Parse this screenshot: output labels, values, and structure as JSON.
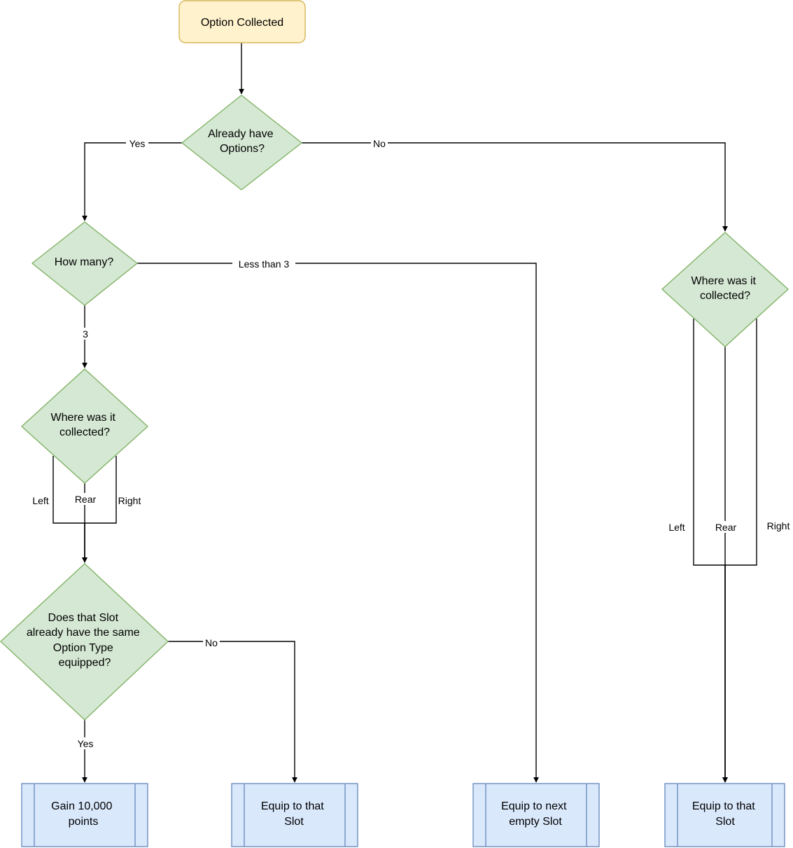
{
  "nodes": {
    "option_collected": [
      "Option Collected"
    ],
    "already_have_options": [
      "Already have",
      "Options?"
    ],
    "how_many": [
      "How many?"
    ],
    "where_collected_left": [
      "Where was it",
      "collected?"
    ],
    "where_collected_right": [
      "Where was it",
      "collected?"
    ],
    "same_type_equipped": [
      "Does that Slot",
      "already have the same",
      "Option Type",
      "equipped?"
    ],
    "gain_points": [
      "Gain 10,000",
      "points"
    ],
    "equip_slot_mid": [
      "Equip to that",
      "Slot"
    ],
    "equip_next_empty": [
      "Equip to next",
      "empty Slot"
    ],
    "equip_slot_right": [
      "Equip to that",
      "Slot"
    ]
  },
  "edge_labels": {
    "already_yes": "Yes",
    "already_no": "No",
    "less_than_3": "Less than 3",
    "three": "3",
    "left_left": "Left",
    "left_rear": "Rear",
    "left_right": "Right",
    "same_no": "No",
    "same_yes": "Yes",
    "right_left": "Left",
    "right_rear": "Rear",
    "right_right": "Right"
  },
  "colors": {
    "start_fill": "#fff2cc",
    "start_stroke": "#d6b656",
    "decision_fill": "#d5e8d4",
    "decision_stroke": "#82b366",
    "process_fill": "#dae8fc",
    "process_stroke": "#6c8ebf"
  }
}
